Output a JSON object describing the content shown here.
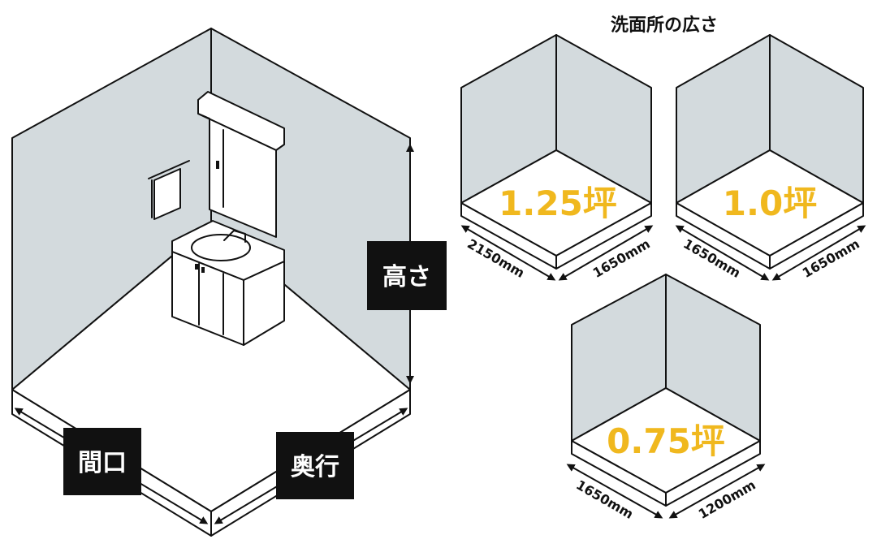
{
  "labels": {
    "height": "高さ",
    "frontage": "間口",
    "depth": "奥行"
  },
  "section_title": "洗面所の広さ",
  "rooms": [
    {
      "size": "1.25坪",
      "left_dim": "2150mm",
      "right_dim": "1650mm"
    },
    {
      "size": "1.0坪",
      "left_dim": "1650mm",
      "right_dim": "1650mm"
    },
    {
      "size": "0.75坪",
      "left_dim": "1650mm",
      "right_dim": "1200mm"
    }
  ],
  "colors": {
    "wall": "#d3dadd",
    "accent": "#f0b81e",
    "label_bg": "#111111"
  }
}
